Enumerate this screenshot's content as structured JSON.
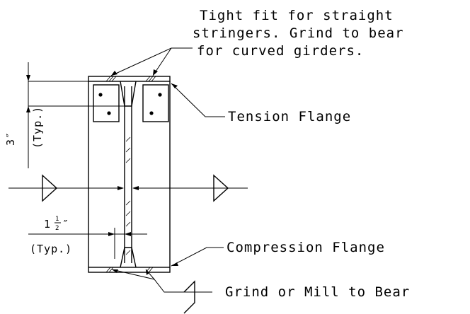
{
  "diagram": {
    "note_top": {
      "line1": "Tight fit for straight",
      "line2": "stringers. Grind to bear",
      "line3": "for curved girders."
    },
    "tension_flange_label": "Tension Flange",
    "compression_flange_label": "Compression Flange",
    "grind_mill_label": "Grind or Mill to Bear",
    "dim_vertical": {
      "value": "3″",
      "typ": "(Typ.)"
    },
    "dim_horizontal": {
      "value_whole": "1",
      "value_num": "1",
      "value_den": "2",
      "value_mark": "″",
      "typ": "(Typ.)"
    }
  }
}
